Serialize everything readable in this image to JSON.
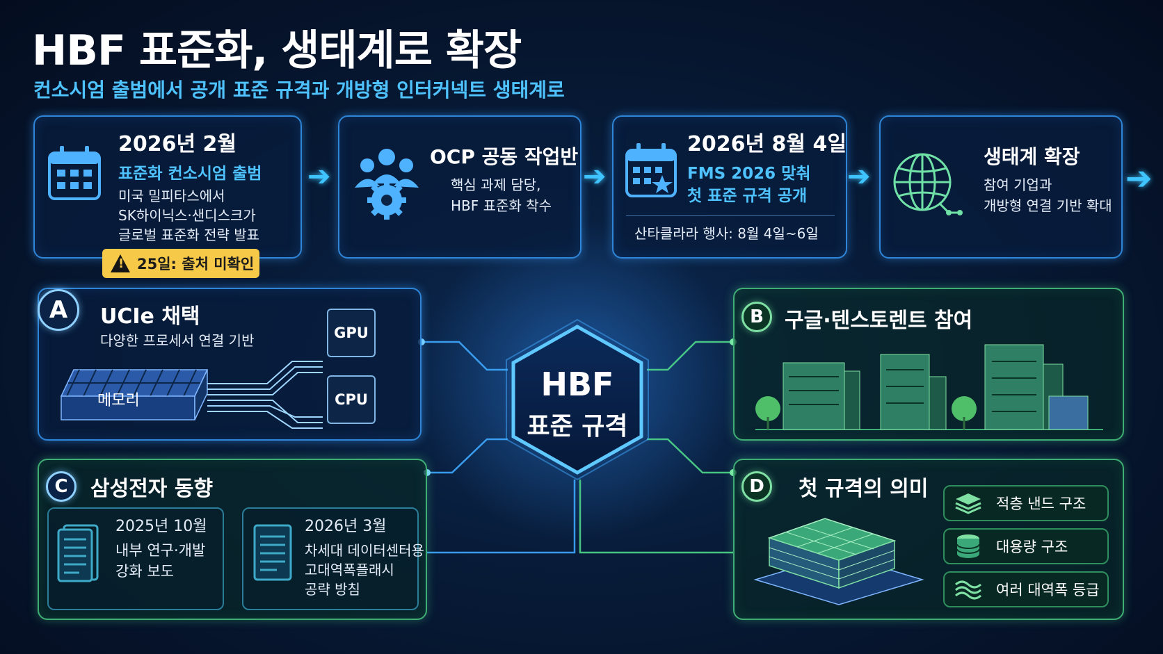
{
  "header": {
    "title": "HBF 표준화, 생태계로 확장",
    "subtitle": "컨소시엄 출범에서 공개 표준 규격과 개방형 인터커넥트 생태계로"
  },
  "timeline": [
    {
      "date": "2026년 2월",
      "subtitle": "표준화 컨소시엄 출범",
      "lines": [
        "미국 밀피타스에서",
        "SK하이닉스·샌디스크가",
        "글로벌 표준화 전략 발표"
      ],
      "icon": "calendar-icon"
    },
    {
      "heading": "OCP 공동 작업반",
      "lines": [
        "핵심 과제 담당,",
        "HBF 표준화 착수"
      ],
      "icon": "team-gear-icon"
    },
    {
      "date": "2026년 8월 4일",
      "subtitle_lines": [
        "FMS 2026 맞춰",
        "첫 표준 규격 공개"
      ],
      "note": "산타클라라 행사: 8월 4일~6일",
      "icon": "calendar-star-icon"
    },
    {
      "heading": "생태계 확장",
      "lines": [
        "참여 기업과",
        "개방형 연결 기반 확대"
      ],
      "icon": "globe-network-icon"
    }
  ],
  "warning": {
    "text": "25일: 출처 미확인"
  },
  "center": {
    "line1": "HBF",
    "line2": "표준 규격"
  },
  "section_a": {
    "badge": "A",
    "title": "UCIe 채택",
    "subtitle": "다양한 프로세서 연결 기반",
    "memory_label": "메모리",
    "gpu_label": "GPU",
    "cpu_label": "CPU"
  },
  "section_b": {
    "badge": "B",
    "title": "구글·텐스토렌트 참여"
  },
  "section_c": {
    "badge": "C",
    "title": "삼성전자 동향",
    "items": [
      {
        "date": "2025년 10월",
        "lines": [
          "내부 연구·개발",
          "강화 보도"
        ]
      },
      {
        "date": "2026년 3월",
        "lines": [
          "차세대 데이터센터용",
          "고대역폭플래시",
          "공략 방침"
        ]
      }
    ]
  },
  "section_d": {
    "badge": "D",
    "title": "첫 규격의 의미",
    "features": [
      {
        "label": "적층 낸드 구조",
        "icon": "stacked-layers-icon"
      },
      {
        "label": "대용량 구조",
        "icon": "database-icon"
      },
      {
        "label": "여러 대역폭 등급",
        "icon": "wave-lines-icon"
      }
    ]
  },
  "colors": {
    "accent_blue": "#4fc3ff",
    "accent_green": "#3fae74",
    "warning": "#f7c948",
    "background": "#071a36"
  }
}
